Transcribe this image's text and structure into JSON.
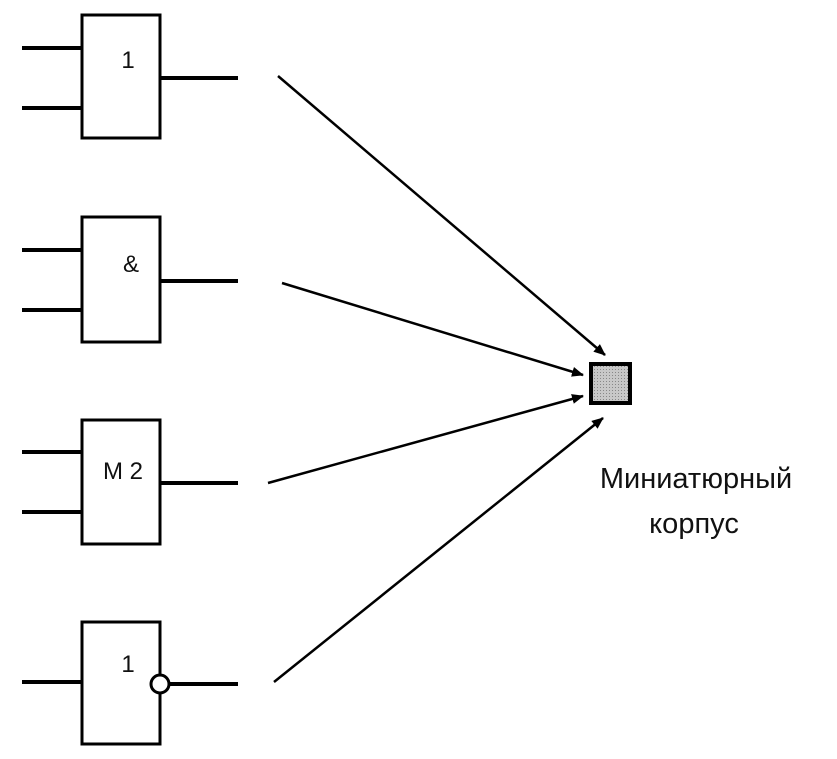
{
  "gates": [
    {
      "id": "or",
      "label": "1",
      "inverted_output": false
    },
    {
      "id": "and",
      "label": "&",
      "inverted_output": false
    },
    {
      "id": "xor",
      "label": "М 2",
      "inverted_output": false
    },
    {
      "id": "nor",
      "label": "1",
      "inverted_output": true
    }
  ],
  "package": {
    "caption_line1": "Миниатюрный",
    "caption_line2": "корпус",
    "fill_color": "#b8b8b8"
  }
}
